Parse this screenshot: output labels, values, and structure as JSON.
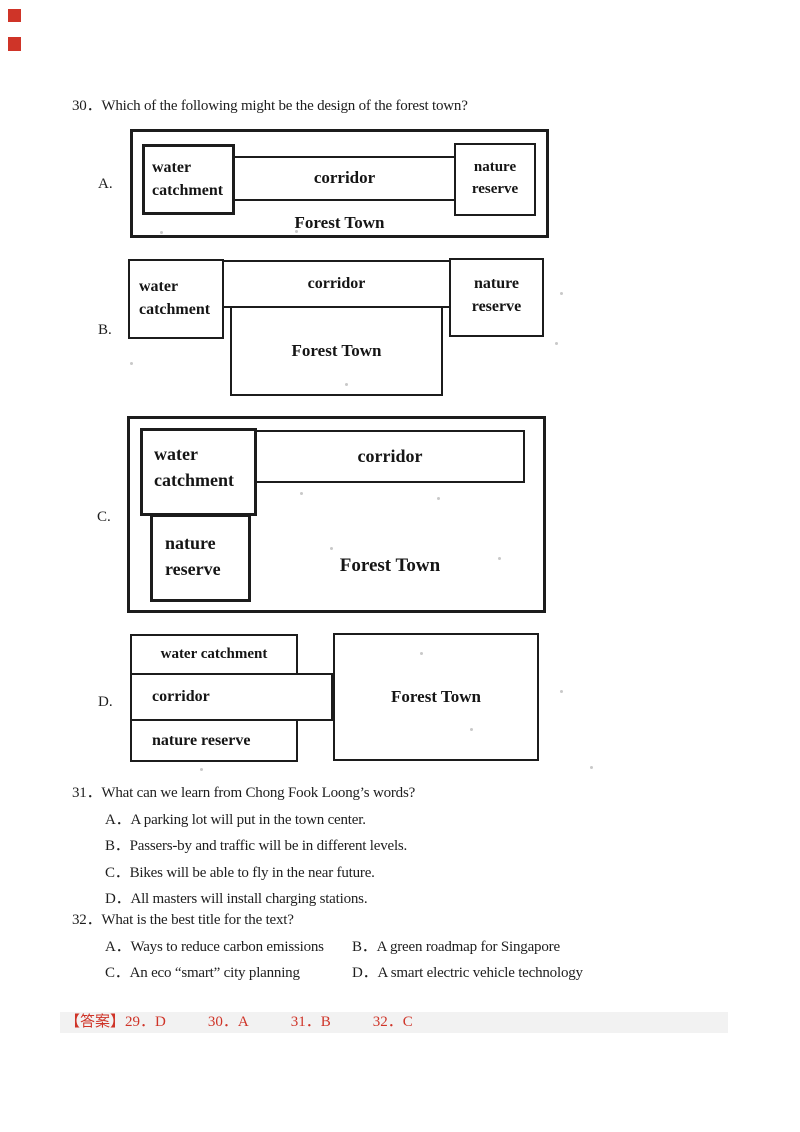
{
  "colors": {
    "accent_red": "#cf3428",
    "answer_band_bg": "#f2f2f2",
    "ink": "#1e1e1e"
  },
  "question30": {
    "number": "30．",
    "text": "Which of the following might be the design of the forest town?",
    "options": [
      {
        "label": "A."
      },
      {
        "label": "B."
      },
      {
        "label": "C."
      },
      {
        "label": "D."
      }
    ],
    "box_labels": {
      "water_catchment": "water catchment",
      "corridor": "corridor",
      "nature_reserve": "nature reserve",
      "forest_town": "Forest Town"
    }
  },
  "question31": {
    "number": "31．",
    "text": "What can we learn from Chong Fook Loong’s words?",
    "options": [
      {
        "label": "A．",
        "text": "A parking lot will put in the town center."
      },
      {
        "label": "B．",
        "text": "Passers-by and traffic will be in different levels."
      },
      {
        "label": "C．",
        "text": "Bikes will be able to fly in the near future."
      },
      {
        "label": "D．",
        "text": "All masters will install charging stations."
      }
    ]
  },
  "question32": {
    "number": "32．",
    "text": "What is the best title for the text?",
    "options": [
      {
        "label": "A．",
        "text": "Ways to reduce carbon emissions"
      },
      {
        "label": "B．",
        "text": "A green roadmap for Singapore"
      },
      {
        "label": "C．",
        "text": "An eco “smart” city planning"
      },
      {
        "label": "D．",
        "text": "A smart electric vehicle technology"
      }
    ]
  },
  "answer_key": {
    "label": "【答案】",
    "items": [
      "29．D",
      "30．A",
      "31．B",
      "32．C"
    ]
  }
}
